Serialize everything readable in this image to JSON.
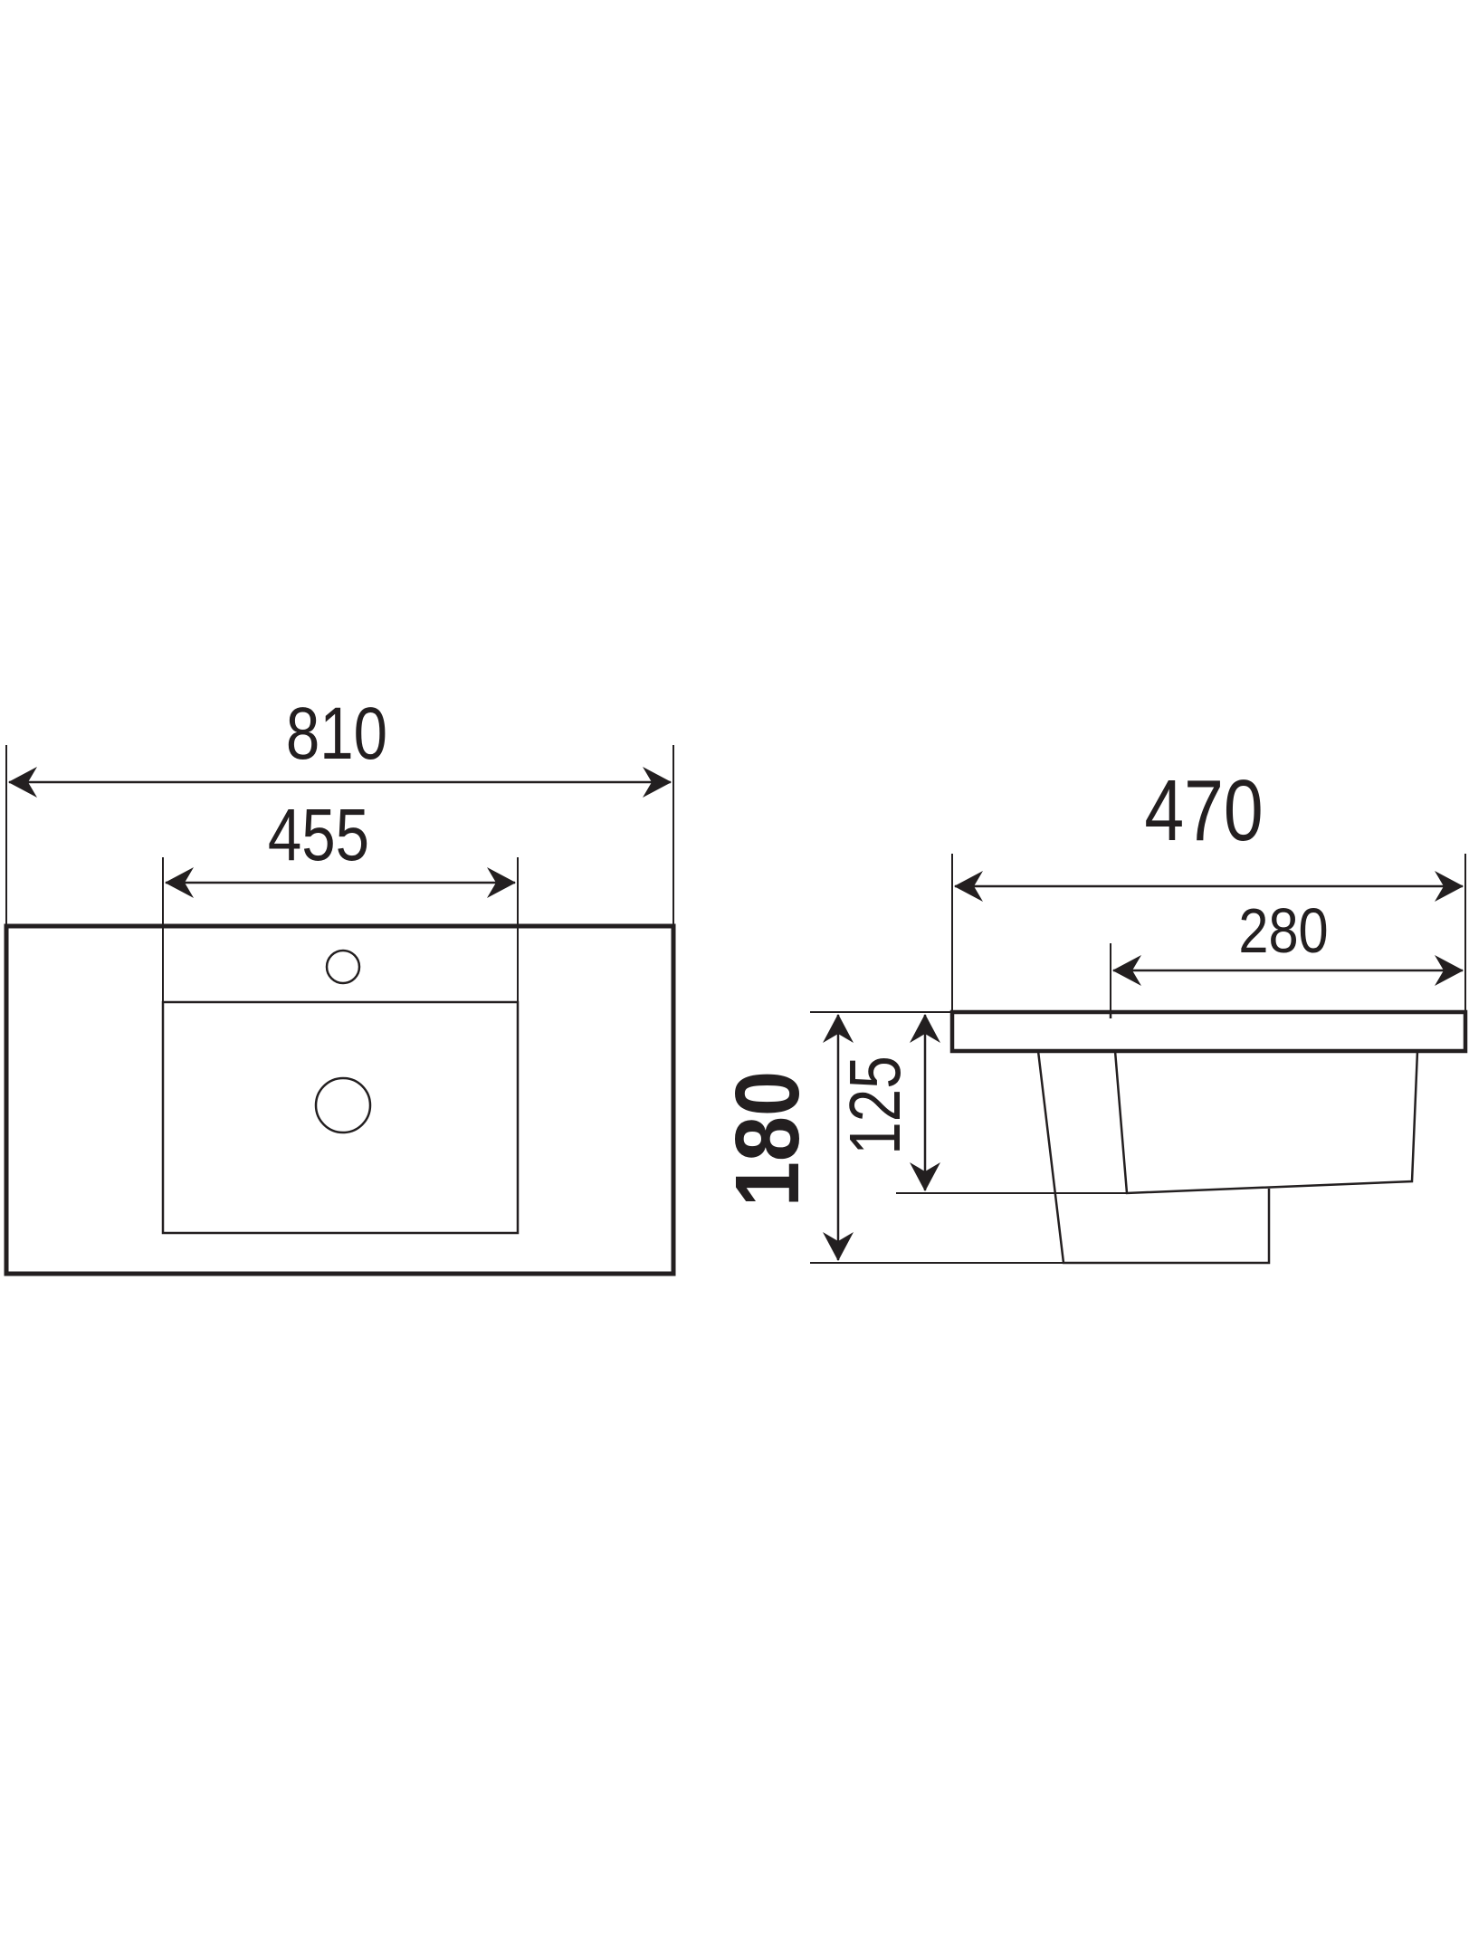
{
  "dimensions": {
    "top_overall_width": "810",
    "top_bowl_width": "455",
    "side_overall_depth": "470",
    "side_bowl_depth": "280",
    "side_overall_height": "180",
    "side_bowl_height": "125"
  },
  "colors": {
    "line": "#231f20",
    "background": "#ffffff"
  }
}
